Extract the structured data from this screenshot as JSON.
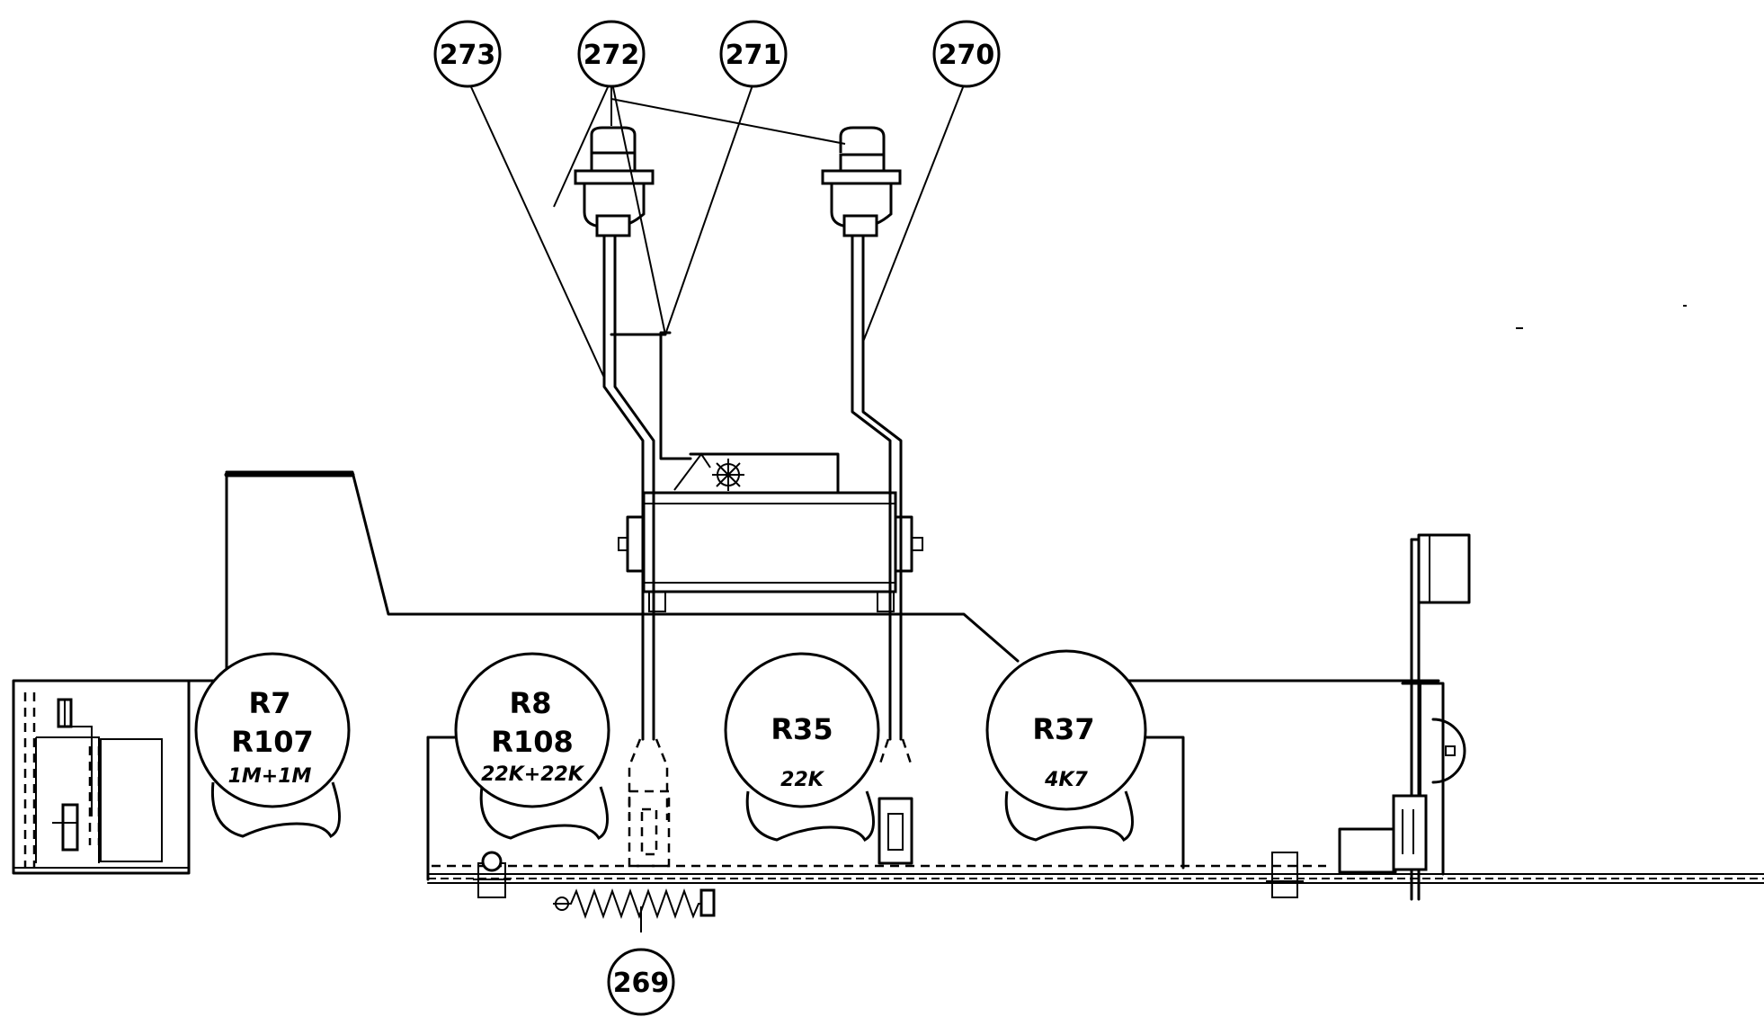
{
  "callouts": {
    "c273": "273",
    "c272": "272",
    "c271": "271",
    "c270": "270",
    "c269": "269"
  },
  "pots": {
    "r7": {
      "name": "R7",
      "name2": "R107",
      "value": "1M+1M"
    },
    "r8": {
      "name": "R8",
      "name2": "R108",
      "value": "22K+22K"
    },
    "r35": {
      "name": "R35",
      "value": "22K"
    },
    "r37": {
      "name": "R37",
      "value": "4K7"
    }
  }
}
